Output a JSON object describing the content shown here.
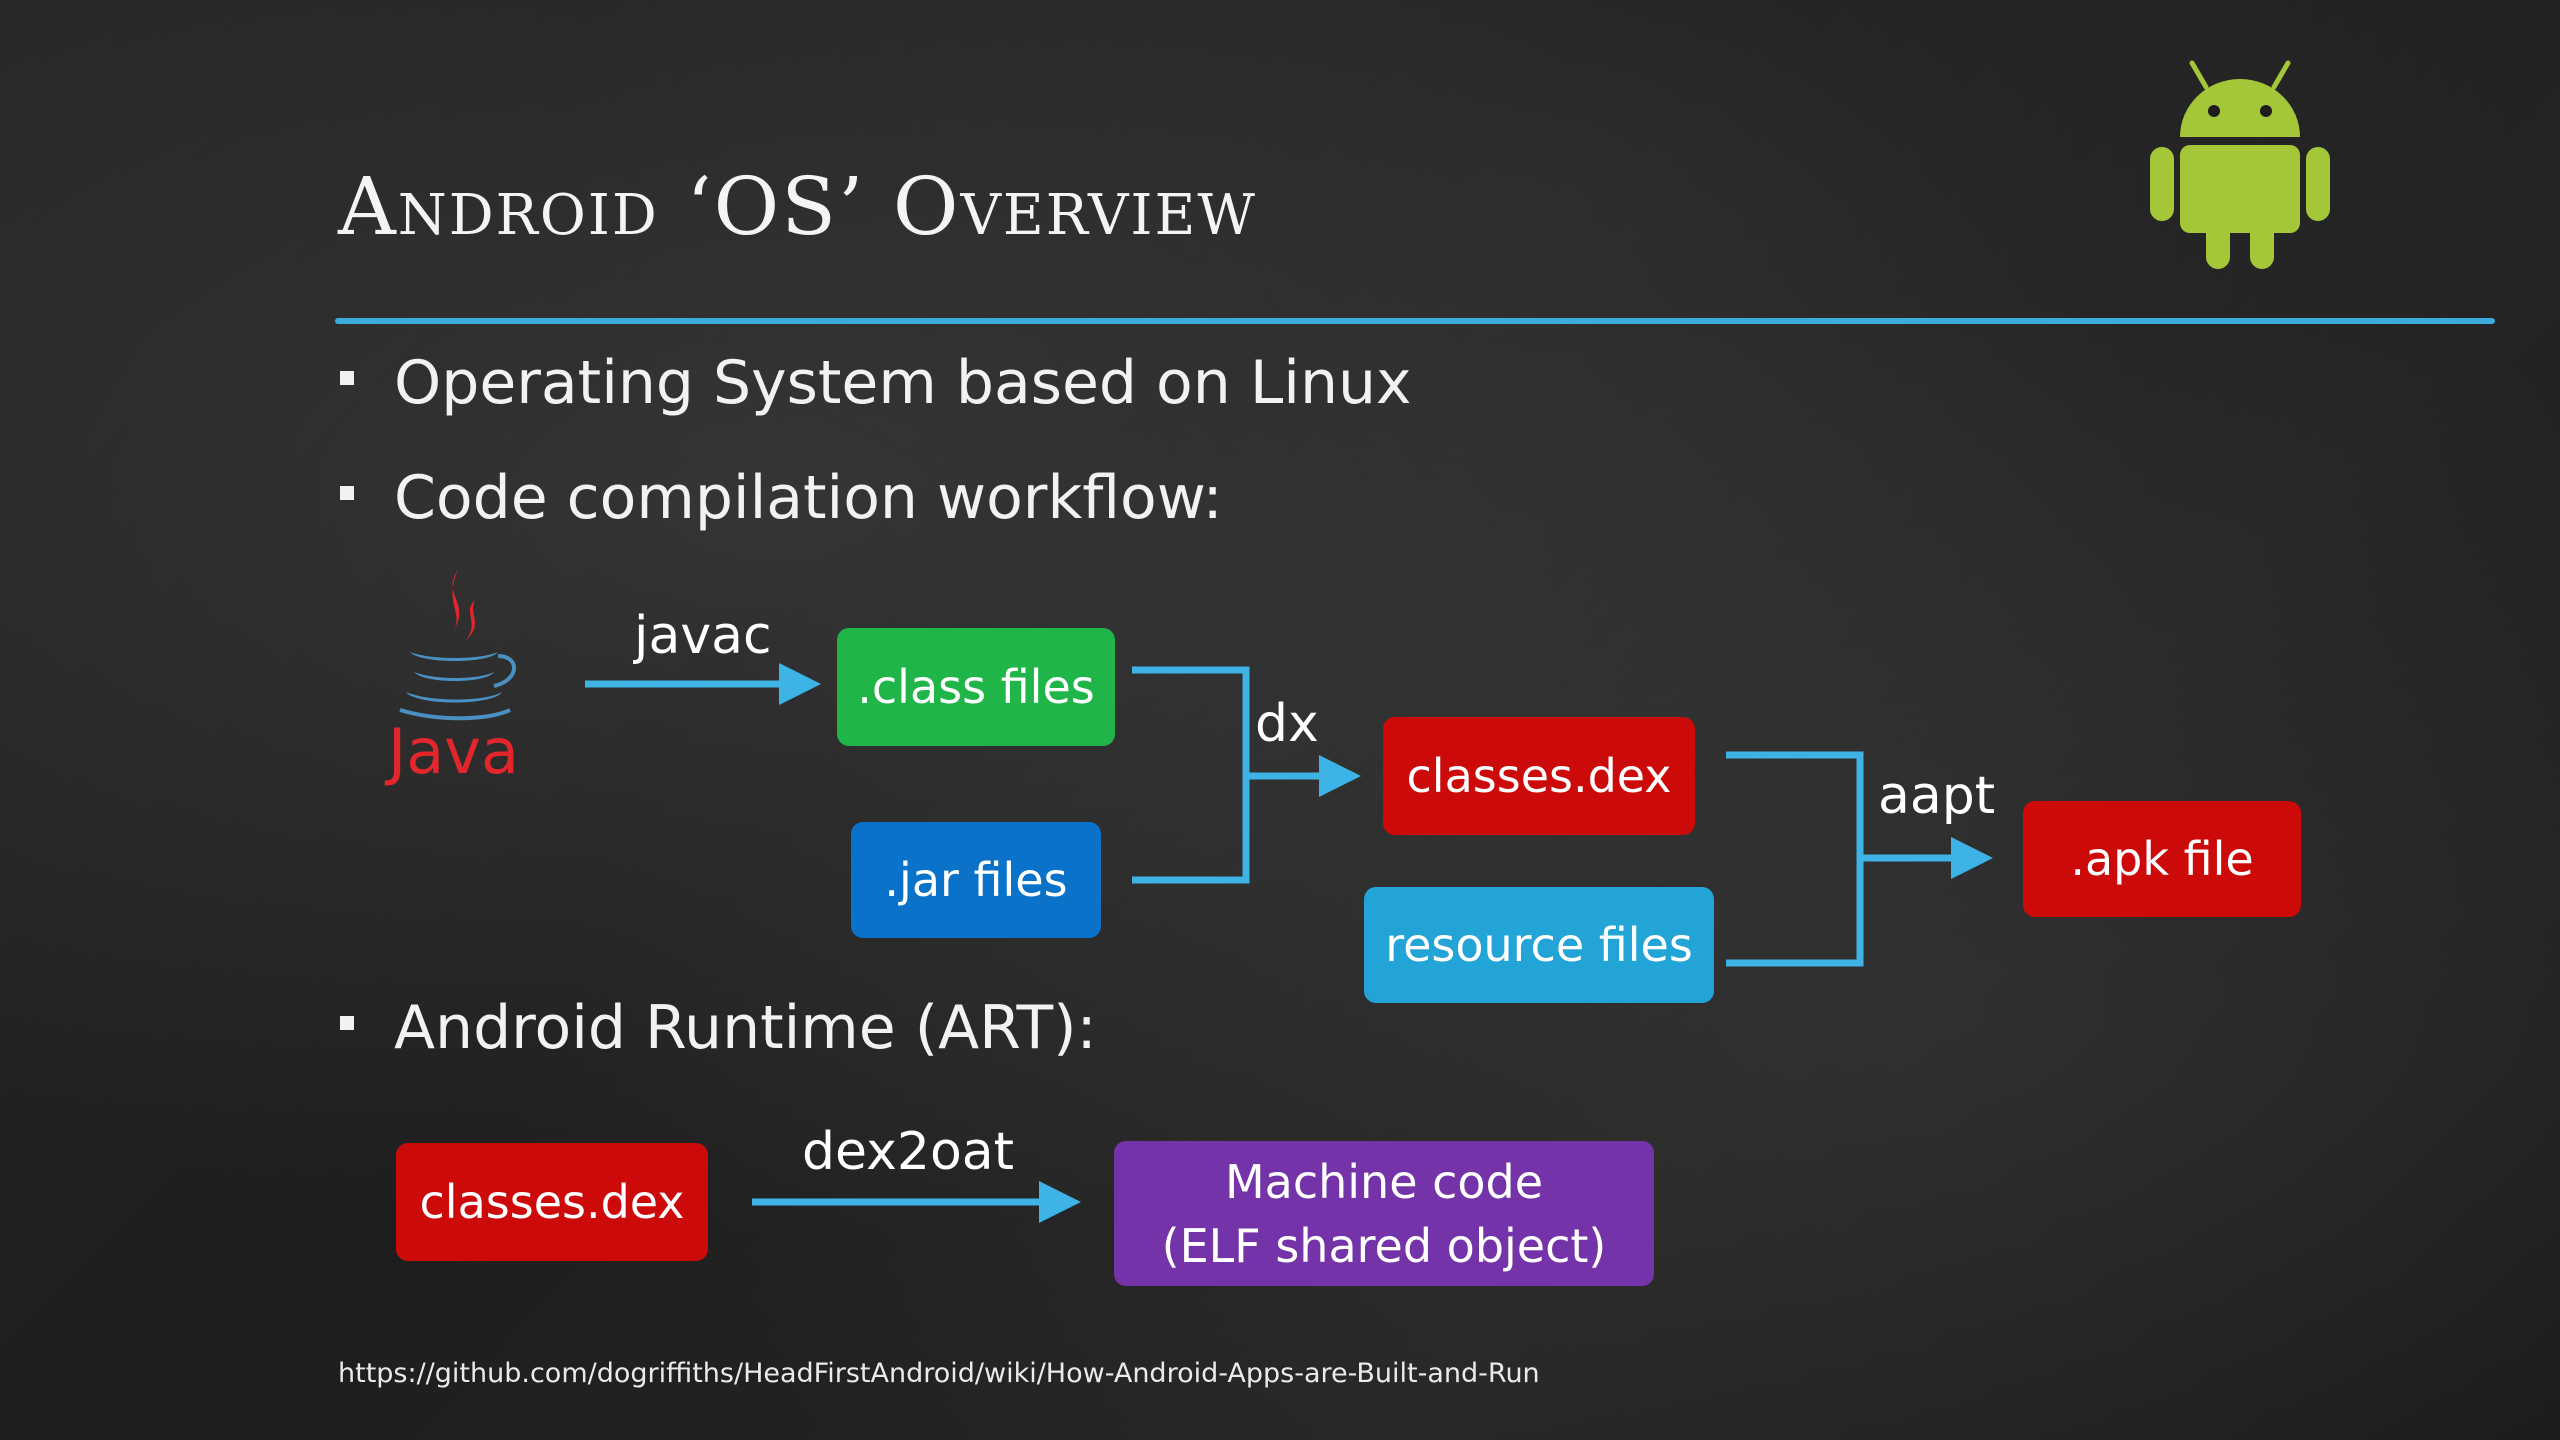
{
  "title": "Android ‘OS’ Overview",
  "bullets": [
    "Operating System based on Linux",
    "Code compilation workflow:",
    "Android Runtime (ART):"
  ],
  "workflow": {
    "java_label": "Java",
    "javac": "javac",
    "class_files": ".class files",
    "jar_files": ".jar files",
    "dx": "dx",
    "classes_dex": "classes.dex",
    "resource_files": "resource files",
    "aapt": "aapt",
    "apk_file": ".apk file"
  },
  "art": {
    "classes_dex": "classes.dex",
    "dex2oat": "dex2oat",
    "machine_line1": "Machine code",
    "machine_line2": "(ELF shared object)"
  },
  "source_url": "https://github.com/dogriffiths/HeadFirstAndroid/wiki/How-Android-Apps-are-Built-and-Run",
  "colors": {
    "arrow": "#3db3e6",
    "class_box": "#1fb548",
    "jar_box": "#0a72c8",
    "dex_box": "#cc0a0a",
    "resource_box": "#22a4d6",
    "apk_box": "#cc0a0a",
    "machine_box": "#7433a8",
    "android_green": "#a4c639",
    "java_red": "#e3262b",
    "java_blue": "#4a90c2"
  },
  "icons": [
    "android-robot-icon",
    "java-logo-icon"
  ]
}
